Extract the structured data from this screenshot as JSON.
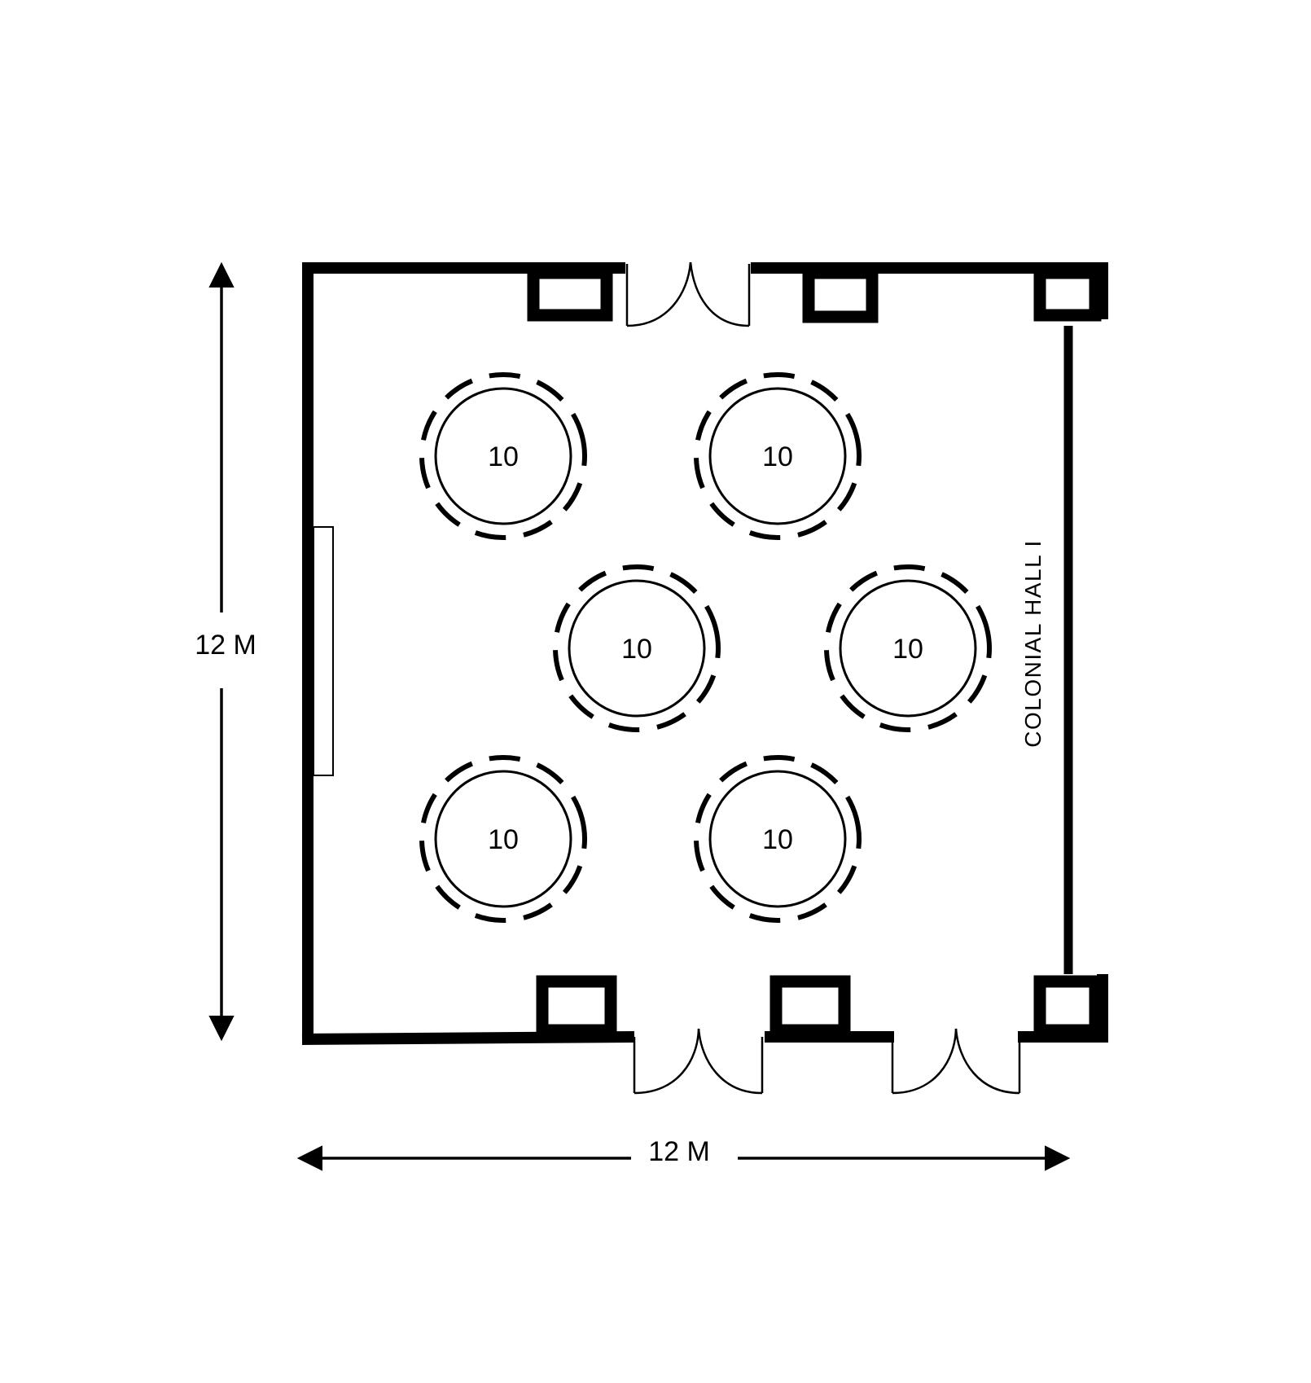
{
  "room": {
    "name": "COLONIAL HALL I",
    "width_label": "12 M",
    "height_label": "12 M"
  },
  "tables": [
    {
      "seats": "10"
    },
    {
      "seats": "10"
    },
    {
      "seats": "10"
    },
    {
      "seats": "10"
    },
    {
      "seats": "10"
    },
    {
      "seats": "10"
    }
  ],
  "colors": {
    "ink": "#000000",
    "background": "#ffffff"
  }
}
